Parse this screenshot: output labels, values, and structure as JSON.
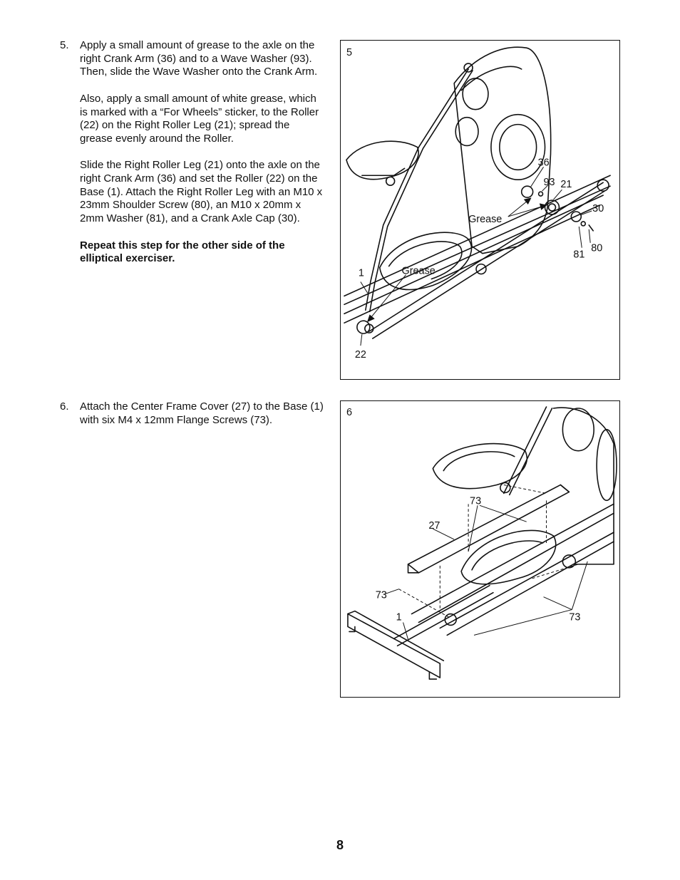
{
  "steps": [
    {
      "number": "5.",
      "paragraphs": [
        "Apply a small amount of grease to the axle on the right Crank Arm (36) and to a Wave Washer (93). Then, slide the Wave Washer onto the Crank Arm.",
        "Also, apply a small amount of white grease, which is marked with a “For Wheels” sticker, to the Roller (22) on the Right Roller Leg (21); spread the grease evenly around the Roller.",
        "Slide the Right Roller Leg (21) onto the axle on the right Crank Arm (36) and set the Roller (22) on the Base (1). Attach the Right Roller Leg with an M10 x 23mm Shoulder Screw (80), an M10 x 20mm x 2mm Washer (81), and a Crank Axle Cap (30)."
      ],
      "bold_note": "Repeat this step for the other side of the elliptical exerciser."
    },
    {
      "number": "6.",
      "paragraphs": [
        "Attach the Center Frame Cover (27) to the Base (1) with six M4 x 12mm Flange Screws (73)."
      ]
    }
  ],
  "figures": [
    {
      "number": "5",
      "callouts": {
        "c36": "36",
        "c93": "93",
        "c21": "21",
        "c30": "30",
        "c81": "81",
        "c80": "80",
        "c1": "1",
        "c22": "22",
        "grease_top": "Grease",
        "grease_bottom": "Grease"
      }
    },
    {
      "number": "6",
      "callouts": {
        "c73_top": "73",
        "c27": "27",
        "c73_left": "73",
        "c1": "1",
        "c73_right": "73"
      }
    }
  ],
  "page_number": "8"
}
